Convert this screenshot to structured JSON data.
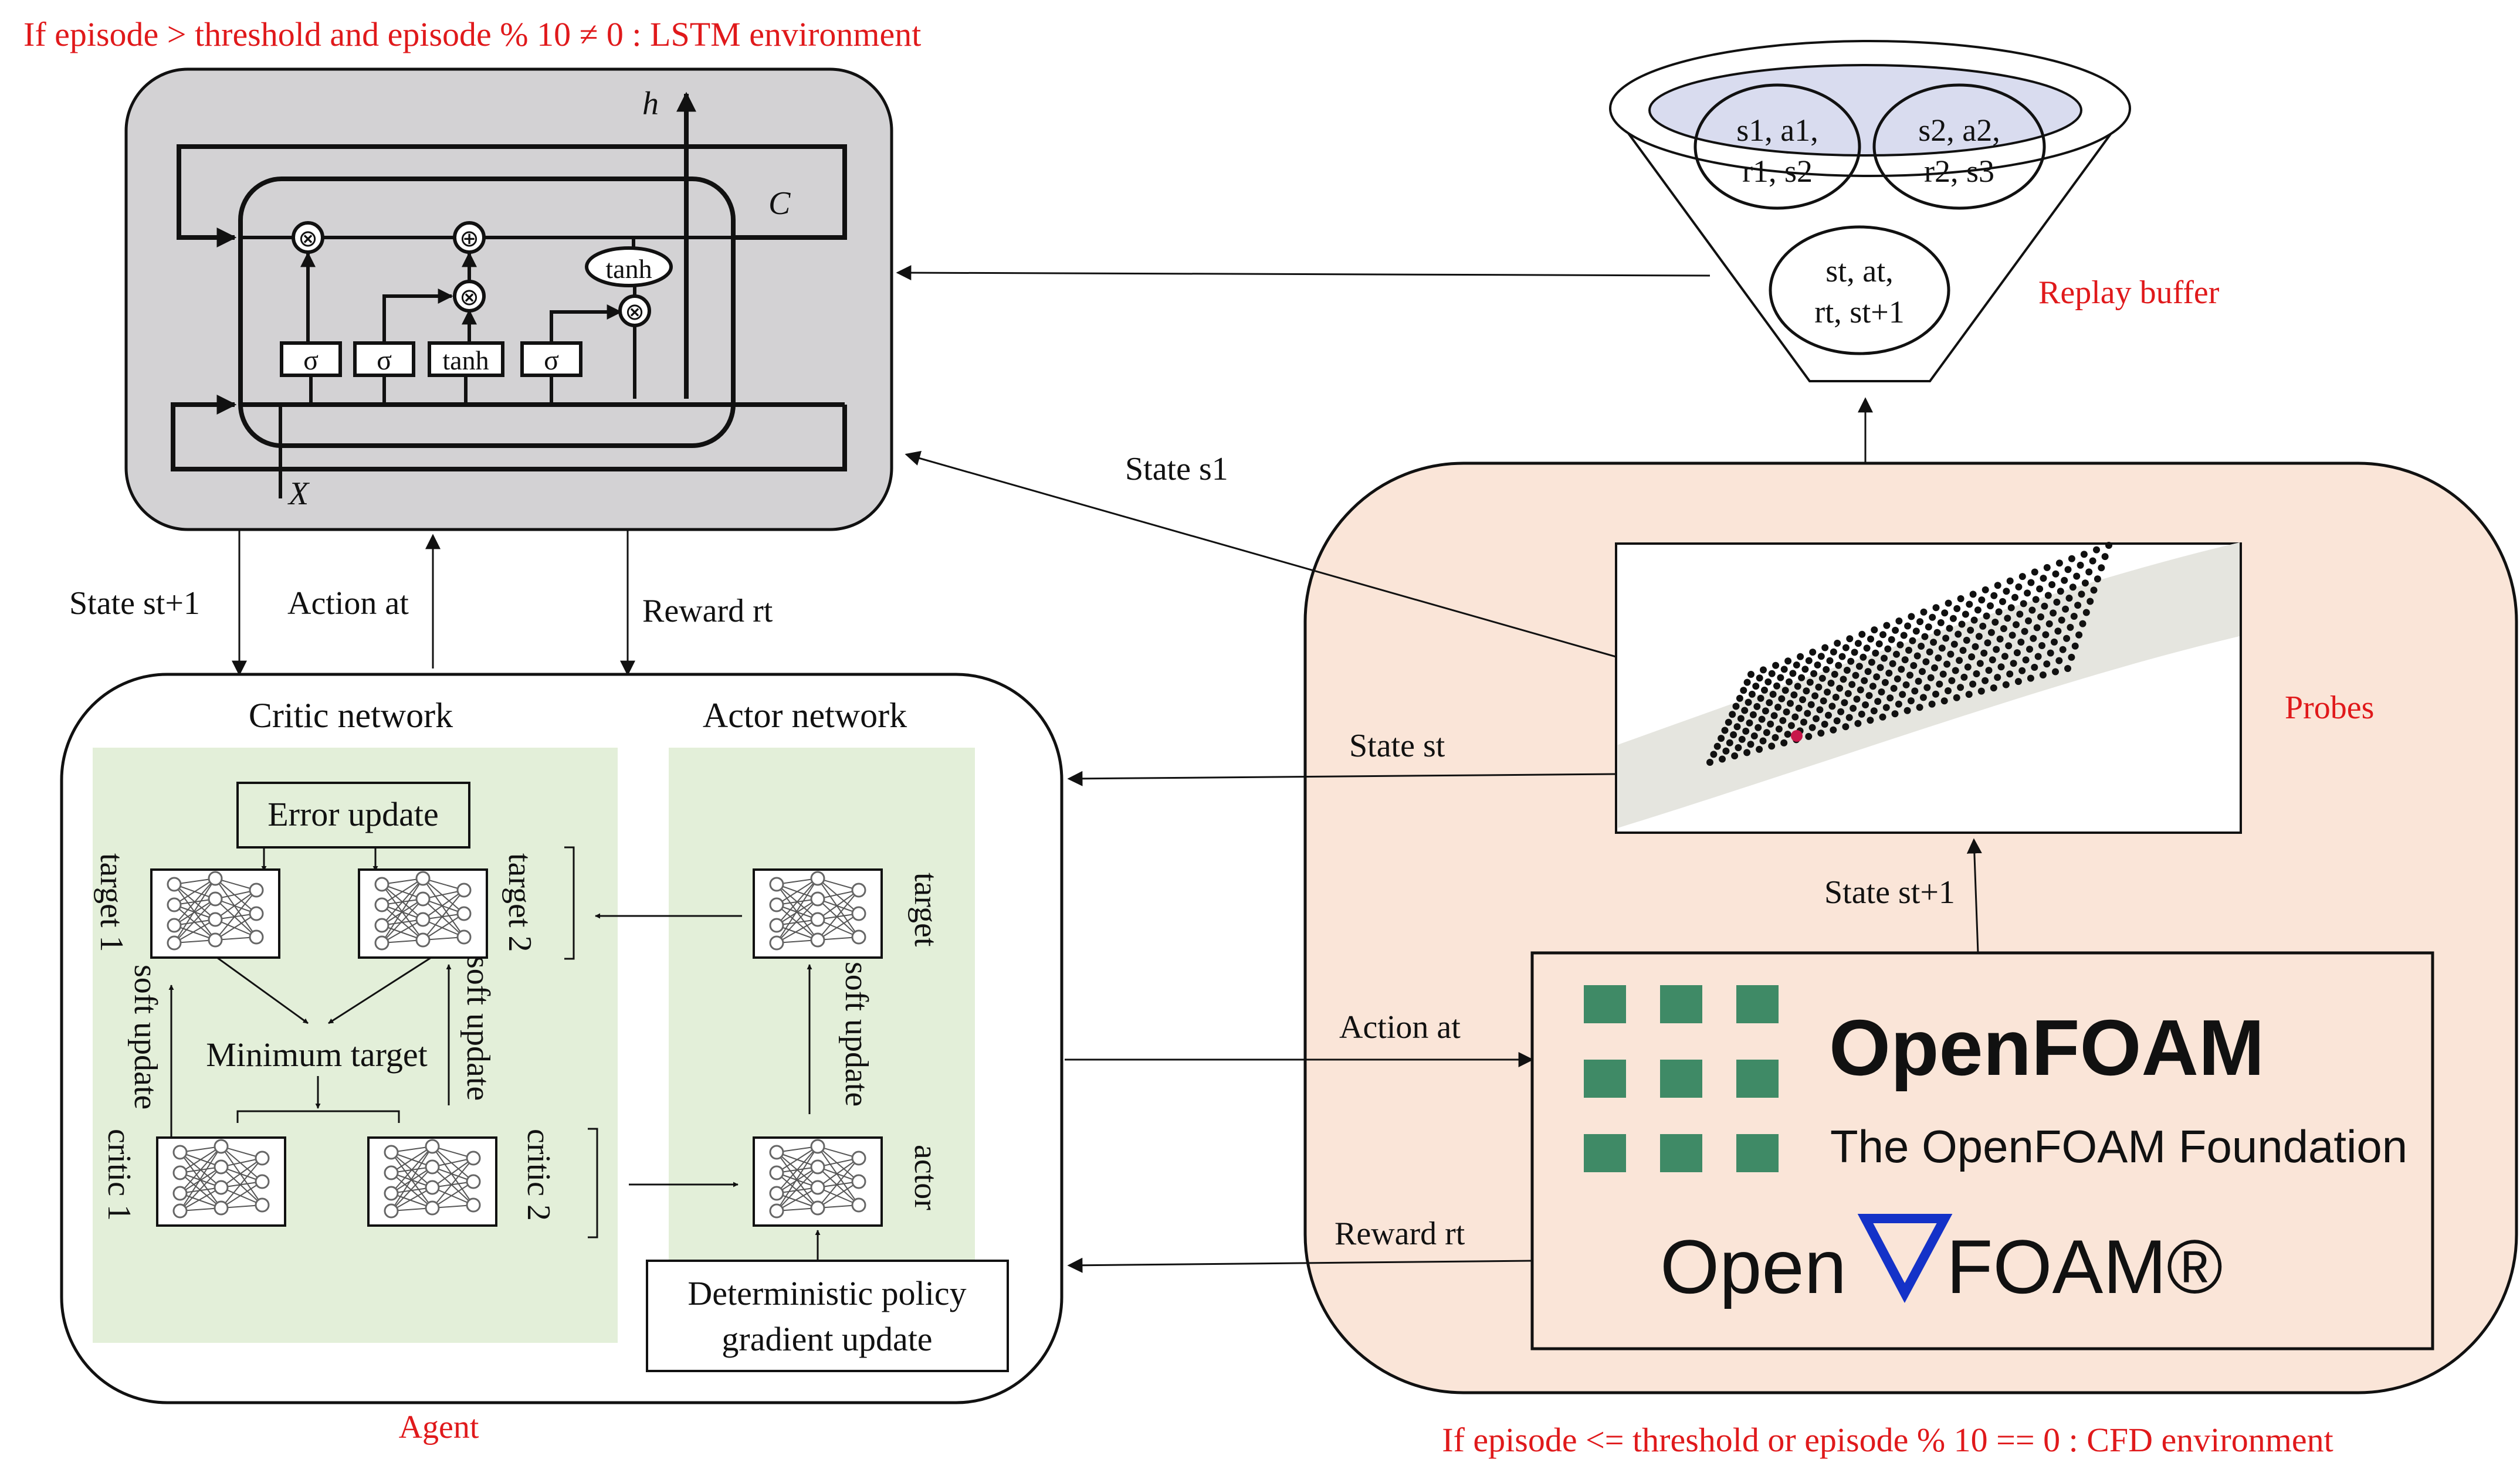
{
  "captions": {
    "lstm_condition": "If episode > threshold and episode % 10 ≠ 0 : LSTM environment",
    "cfd_condition": "If episode <= threshold or episode % 10 == 0 : CFD environment",
    "replay_buffer": "Replay buffer",
    "probes": "Probes",
    "agent": "Agent"
  },
  "lstm": {
    "h": "h",
    "c": "C",
    "x": "X",
    "sigma": "σ",
    "tanh": "tanh",
    "times": "⊗",
    "plus": "⊕"
  },
  "replay": {
    "t1": {
      "line1": "s1, a1,",
      "line2": "r1, s2"
    },
    "t2": {
      "line1": "s2, a2,",
      "line2": "r2, s3"
    },
    "t3": {
      "line1": "st, at,",
      "line2": "rt, st+1"
    }
  },
  "arrows": {
    "state_s1": "State s1",
    "state_st1_left": "State st+1",
    "action_at_left": "Action at",
    "reward_rt_left": "Reward rt",
    "state_st": "State st",
    "state_st1_right": "State st+1",
    "action_at_right": "Action at",
    "reward_rt_right": "Reward rt"
  },
  "agent": {
    "critic_title": "Critic network",
    "actor_title": "Actor network",
    "error_update": "Error update",
    "target1": "target 1",
    "target2": "target 2",
    "soft_update": "soft update",
    "minimum_target": "Minimum target",
    "critic1": "critic 1",
    "critic2": "critic 2",
    "target": "target",
    "actor": "actor",
    "dpg_line1": "Deterministic policy",
    "dpg_line2": "gradient update"
  },
  "openfoam": {
    "name": "OpenFOAM",
    "foundation": "The OpenFOAM Foundation",
    "logo_open": "Open",
    "logo_foam": "FOAM®",
    "accent_green": "#3f8a66",
    "nabla_blue": "#1432c8"
  },
  "colors": {
    "lstm_fill": "#d3d2d4",
    "cfd_fill": "#fae5d8",
    "network_fill": "#e3efd9",
    "caption_red": "#e0191b",
    "buffer_fill": "#d9dcef"
  }
}
